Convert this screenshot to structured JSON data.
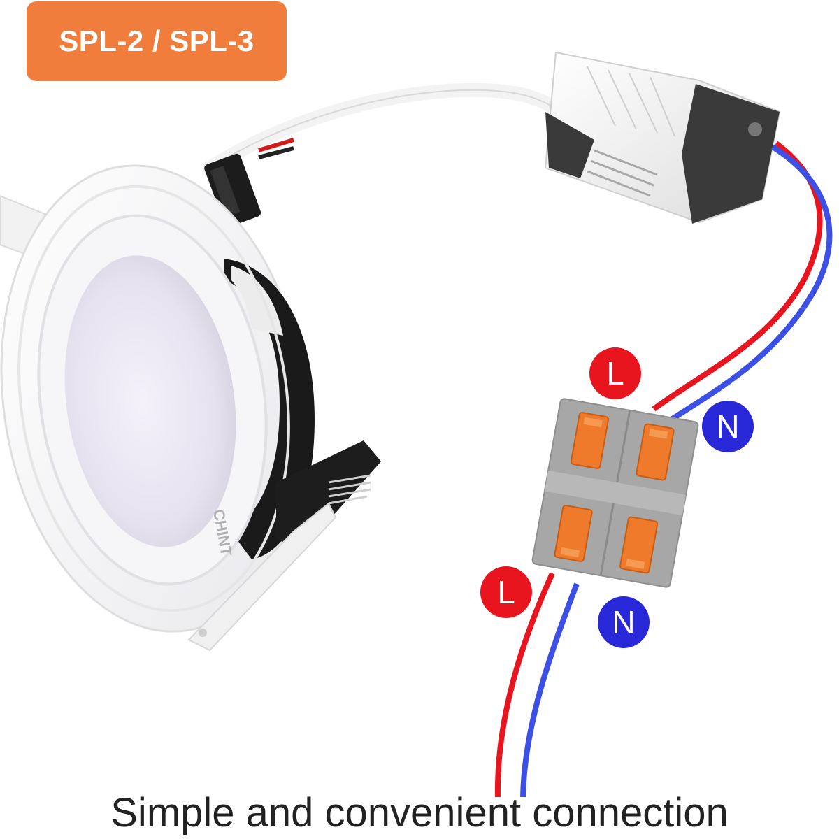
{
  "badge": {
    "text": "SPL-2 / SPL-3",
    "color": "#f07d3c"
  },
  "markers": {
    "upper_l": {
      "text": "L",
      "color": "#e8141e"
    },
    "upper_n": {
      "text": "N",
      "color": "#2828d8"
    },
    "lower_l": {
      "text": "L",
      "color": "#e8141e"
    },
    "lower_n": {
      "text": "N",
      "color": "#2828d8"
    }
  },
  "wire_colors": {
    "live": "#e8141e",
    "neutral": "#3c50e6"
  },
  "product_brand": "CHINT",
  "caption": "Simple and convenient connection"
}
